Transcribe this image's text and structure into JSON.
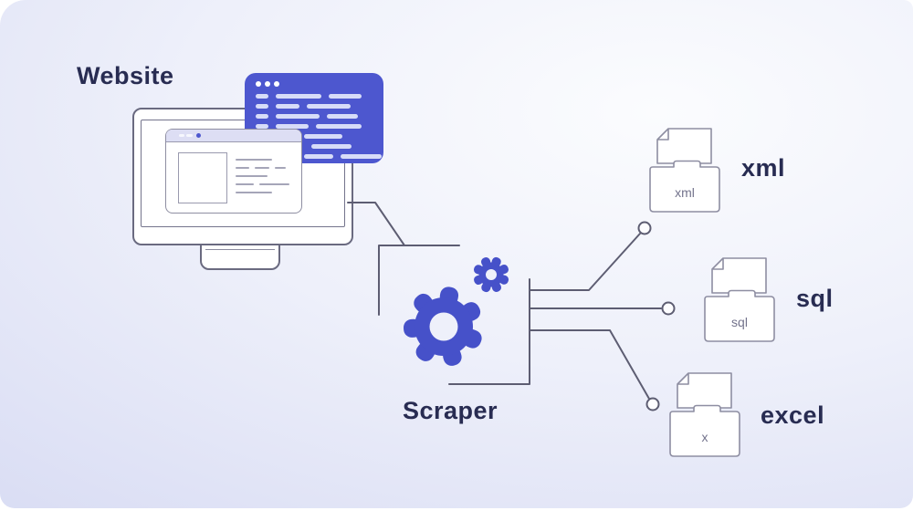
{
  "labels": {
    "website": "Website",
    "scraper": "Scraper"
  },
  "outputs": [
    {
      "id": "xml",
      "folder_label": "xml",
      "label": "xml"
    },
    {
      "id": "sql",
      "folder_label": "sql",
      "label": "sql"
    },
    {
      "id": "excel",
      "folder_label": "x",
      "label": "excel"
    }
  ],
  "icons": {
    "monitor": "monitor-icon",
    "browser_window": "browser-window-icon",
    "code_editor": "code-editor-icon",
    "gears": "gears-icon",
    "folder_document": "folder-document-icon",
    "connector_node": "connector-node-icon",
    "window_dots": "window-dots-icon"
  },
  "colors": {
    "indigo": "#4d57cf",
    "gear_indigo": "#4651c9",
    "ink": "#282c52",
    "line": "#5d5d72",
    "outline": "#8e8ea2",
    "muted_text": "#73738c",
    "code_bar": "#d7dcf8",
    "bg_light": "#fbfcfe",
    "bg_dark": "#d2d6f1"
  },
  "code_editor": {
    "rows": [
      {
        "indent": 0,
        "bars": [
          14,
          50,
          36
        ]
      },
      {
        "indent": 0,
        "bars": [
          14,
          26,
          48
        ]
      },
      {
        "indent": 0,
        "bars": [
          14,
          48,
          34
        ]
      },
      {
        "indent": 0,
        "bars": [
          14,
          36,
          50
        ]
      },
      {
        "indent": 53,
        "bars": [
          42
        ]
      },
      {
        "indent": 61,
        "bars": [
          44
        ]
      },
      {
        "indent": 53,
        "bars": [
          32,
          45
        ]
      }
    ]
  },
  "browser": {
    "lines": [
      [
        40
      ],
      [
        15,
        16,
        12
      ],
      [
        35
      ],
      [
        20,
        33
      ],
      [
        40
      ]
    ]
  }
}
